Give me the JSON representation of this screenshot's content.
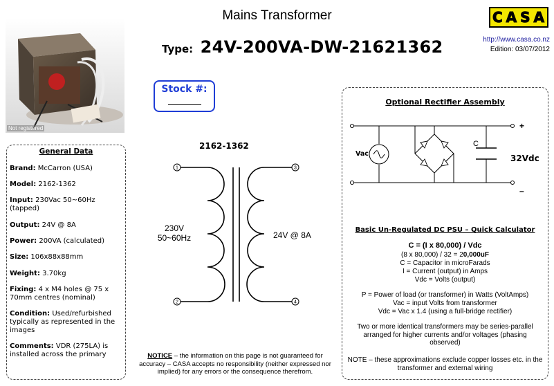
{
  "header": {
    "title": "Mains Transformer",
    "type_label": "Type:",
    "type_value": "24V-200VA-DW-21621362",
    "logo_text": "CASA",
    "url": "http://www.casa.co.nz",
    "edition": "Edition: 03/07/2012"
  },
  "photo": {
    "watermark": "Not registered"
  },
  "stock": {
    "label": "Stock #:"
  },
  "general": {
    "title": "General Data",
    "fields": [
      {
        "label": "Brand:",
        "value": "McCarron (USA)"
      },
      {
        "label": "Model:",
        "value": "2162-1362"
      },
      {
        "label": "Input:",
        "value": "230Vac 50~60Hz (tapped)"
      },
      {
        "label": "Output:",
        "value": "24V @ 8A"
      },
      {
        "label": "Power:",
        "value": "200VA (calculated)"
      },
      {
        "label": "Size:",
        "value": "106x88x88mm"
      },
      {
        "label": "Weight:",
        "value": "3.70kg"
      },
      {
        "label": "Fixing:",
        "value": "4 x M4 holes @ 75 x 70mm centres (nominal)"
      },
      {
        "label": "Condition:",
        "value": "Used/refurbished typically as represented in the images"
      },
      {
        "label": "Comments:",
        "value": "VDR (275LA) is installed across the primary"
      }
    ]
  },
  "schematic": {
    "part_number": "2162-1362",
    "primary_voltage": "230V",
    "primary_freq": "50~60Hz",
    "secondary_rating": "24V @ 8A",
    "pins": [
      "1",
      "2",
      "3",
      "4"
    ]
  },
  "notice": {
    "word": "NOTICE",
    "text": " – the information on this page is not guaranteed for accuracy – CASA accepts no responsibility (neither expressed nor implied) for any errors or the consequence therefrom."
  },
  "rectifier": {
    "title": "Optional Rectifier Assembly",
    "plus": "+",
    "minus": "–",
    "vac": "Vac",
    "c": "C",
    "vdc": "32Vdc"
  },
  "calculator": {
    "title": "Basic Un-Regulated DC PSU – Quick Calculator",
    "formula": "C = (I x 80,000) / Vdc",
    "example_prefix": "(8 x 80,000) / 32 = 2",
    "example_result": "0,000uF",
    "def_c": "C = Capacitor in microFarads",
    "def_i": "I = Current (output) in Amps",
    "def_vdc": "Vdc = Volts (output)",
    "def_p": "P = Power of load (or transformer) in Watts (VoltAmps)",
    "def_vac": "Vac = input Volts from transformer",
    "def_vdc2": "Vdc = Vac x 1.4 (using a full-bridge rectifier)",
    "series_note": "Two or more identical transformers may be series-parallel arranged for higher currents and/or voltages (phasing observed)",
    "losses_note": "NOTE – these approximations exclude copper losses etc. in the transformer and external wiring"
  },
  "colors": {
    "logo_yellow": "#f3e600",
    "stock_blue": "#1f3dd6",
    "url_blue": "#2020a0"
  }
}
